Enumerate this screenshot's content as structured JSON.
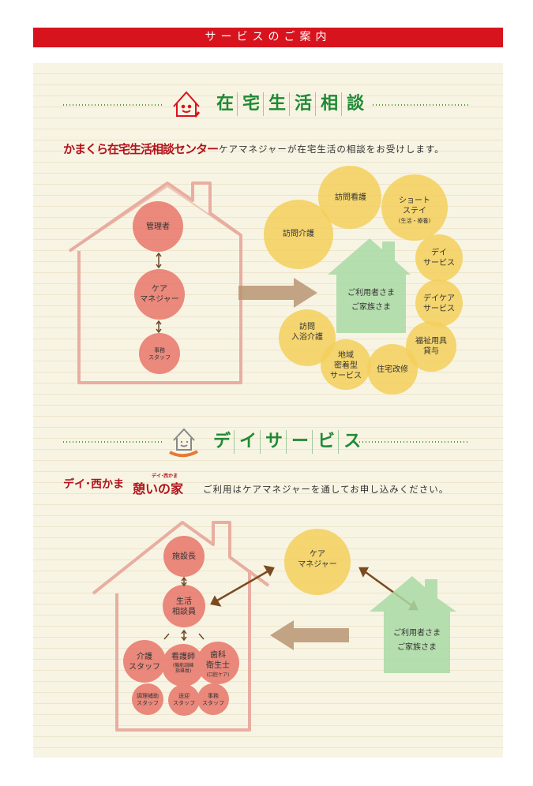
{
  "banner": {
    "title": "サービスのご案内"
  },
  "section1": {
    "title_chars": [
      "在",
      "宅",
      "生",
      "活",
      "相",
      "談"
    ],
    "brand": "かまくら在宅生活相談センター",
    "description": "ケアマネジャーが在宅生活の相談をお受けします。",
    "house_staff": {
      "manager": "管理者",
      "care_manager": "ケア\nマネジャー",
      "office_staff": "事務\nスタッフ"
    },
    "client": "ご利用者さま\nご家族さま",
    "services": [
      "訪問看護",
      "ショート\nステイ",
      "(生活・療養)",
      "訪問介護",
      "デイ\nサービス",
      "デイケア\nサービス",
      "福祉用具\n貸与",
      "訪問\n入浴介護",
      "地域\n密着型\nサービス",
      "住宅改修"
    ]
  },
  "section2": {
    "title_chars": [
      "デ",
      "イ",
      "サ",
      "ー",
      "ビ",
      "ス"
    ],
    "brand_a": "デイ･西かま",
    "brand_b": "憩いの家",
    "brand_b_small": "デイ･西かま",
    "description": "ご利用はケアマネジャーを通してお申し込みください。",
    "house_staff": {
      "director": "施設長",
      "counselor": "生活\n相談員",
      "care_staff": "介護\nスタッフ",
      "nurse": "看護師",
      "nurse_sub": "(機能訓練\n指導員)",
      "dental": "歯科\n衛生士",
      "dental_sub": "(口腔ケア)",
      "cook_staff": "調理補助\nスタッフ",
      "transport_staff": "送迎\nスタッフ",
      "office_staff": "事務\nスタッフ"
    },
    "care_manager": "ケア\nマネジャー",
    "client": "ご利用者さま\nご家族さま"
  },
  "colors": {
    "banner_red": "#d7141e",
    "title_green": "#1f8a35",
    "staff_circle": "#e8766a",
    "service_circle": "#f3cf5c",
    "client_house": "#a9d9a4",
    "house_outline": "#e6a699",
    "arrow": "#b89573"
  }
}
